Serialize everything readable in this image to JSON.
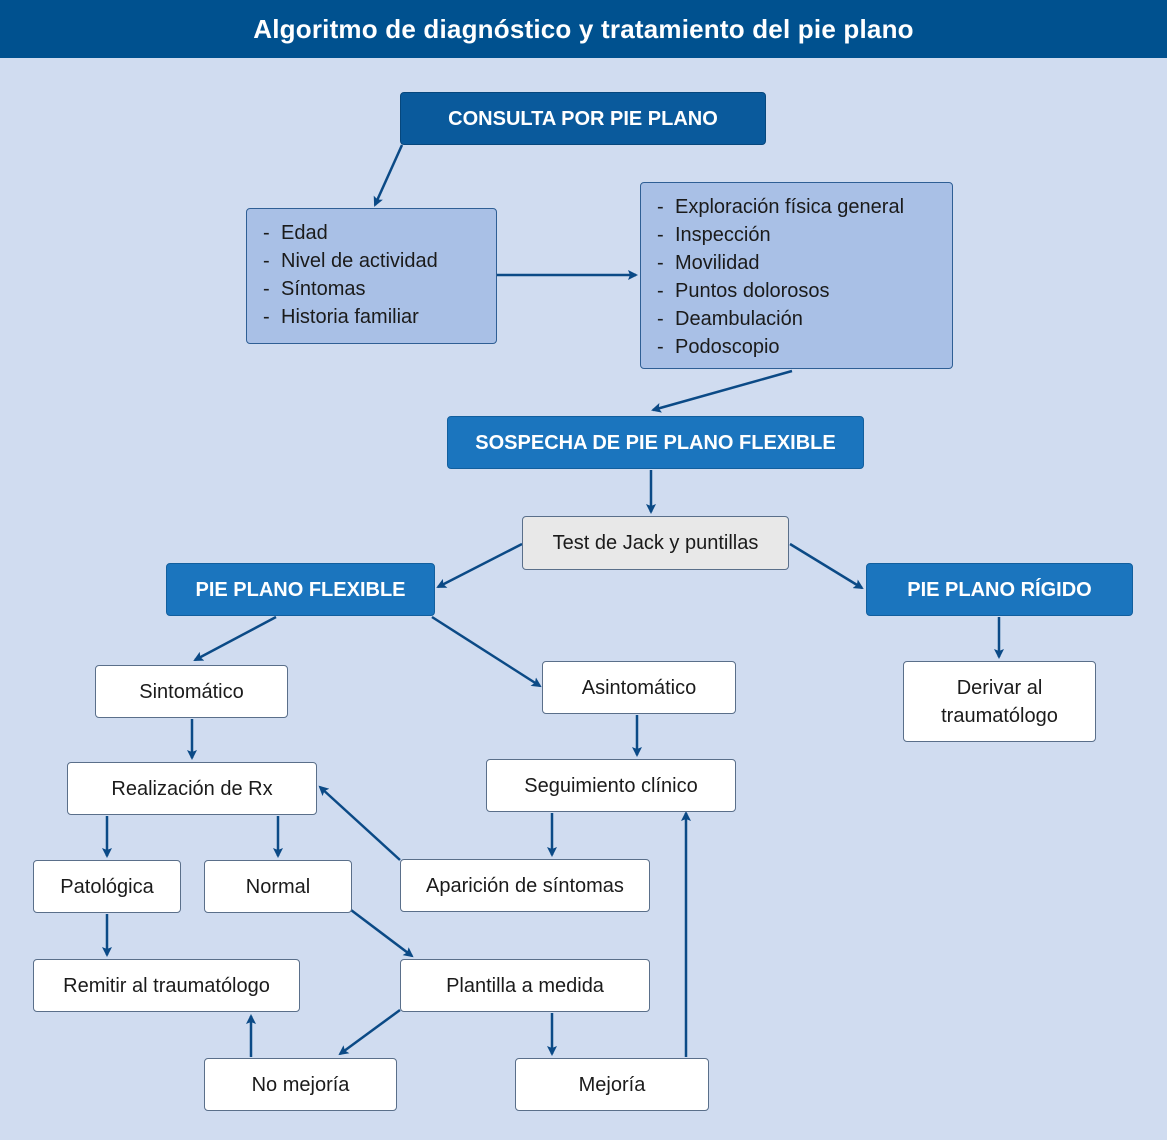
{
  "title": "Algoritmo de diagnóstico y tratamiento del pie plano",
  "nodes": {
    "consulta": "CONSULTA POR PIE PLANO",
    "anamnesis": [
      "Edad",
      "Nivel de actividad",
      "Síntomas",
      "Historia familiar"
    ],
    "exploracion": [
      "Exploración física general",
      "Inspección",
      "Movilidad",
      "Puntos dolorosos",
      "Deambulación",
      "Podoscopio"
    ],
    "sospecha": "SOSPECHA DE PIE PLANO FLEXIBLE",
    "test": "Test de Jack y puntillas",
    "flexible": "PIE PLANO FLEXIBLE",
    "rigido": "PIE PLANO RÍGIDO",
    "sintomatico": "Sintomático",
    "asintomatico": "Asintomático",
    "derivar_line1": "Derivar al",
    "derivar_line2": "traumatólogo",
    "rx": "Realización de Rx",
    "seguimiento": "Seguimiento clínico",
    "patologica": "Patológica",
    "normal": "Normal",
    "aparicion": "Aparición de síntomas",
    "remitir": "Remitir al traumatólogo",
    "plantilla": "Plantilla a medida",
    "no_mejoria": "No mejoría",
    "mejoria": "Mejoría"
  },
  "colors": {
    "header": "#00518f",
    "background": "#d0dcf0",
    "arrow": "#0b4a86"
  }
}
